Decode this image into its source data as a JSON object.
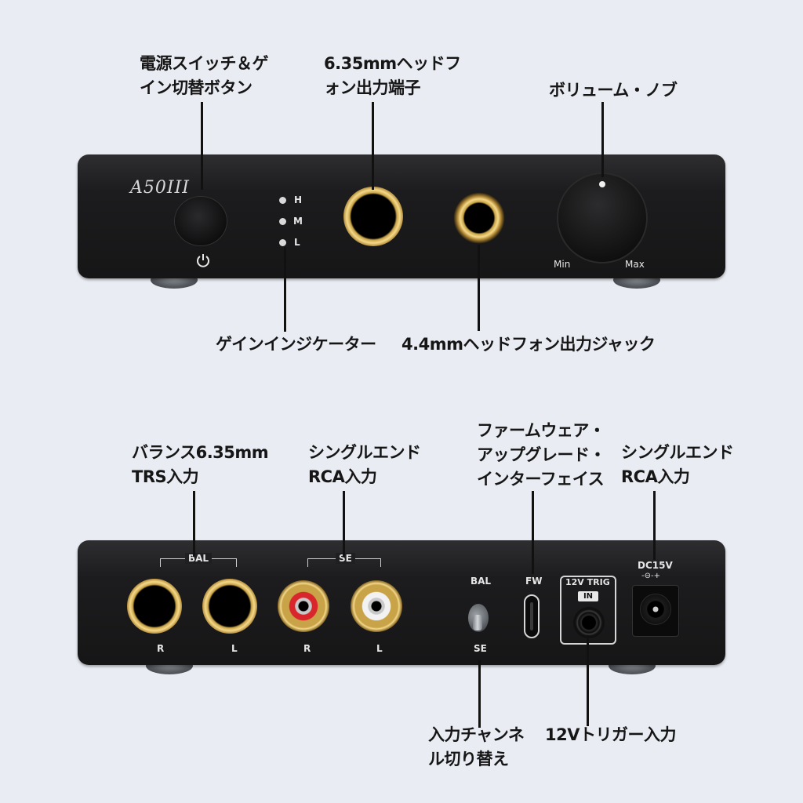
{
  "callouts": {
    "power_gain_button": [
      "電源スイッチ＆ゲ",
      "イン切替ボタン"
    ],
    "jack_635_output": [
      "6.35mmヘッドフ",
      "ォン出力端子"
    ],
    "volume_knob": [
      "ボリューム・ノブ"
    ],
    "gain_indicator": [
      "ゲインインジケーター"
    ],
    "jack_44_output": [
      "4.4mmヘッドフォン出力ジャック"
    ],
    "balanced_input": [
      "バランス6.35mm",
      "TRS入力"
    ],
    "se_rca_input": [
      "シングルエンド",
      "RCA入力"
    ],
    "firmware_interface": [
      "ファームウェア・",
      "アップグレード・",
      "インターフェイス"
    ],
    "dc_input": [
      "シングルエンド",
      "RCA入力"
    ],
    "input_switch": [
      "入力チャンネ",
      "ル切り替え"
    ],
    "trigger_input": [
      "12Vトリガー入力"
    ]
  },
  "front_panel": {
    "model": "A50III",
    "gain_levels": [
      "H",
      "M",
      "L"
    ],
    "power_icon": "power-icon",
    "volume_min": "Min",
    "volume_max": "Max"
  },
  "rear_panel": {
    "bal_group": "BAL",
    "se_group": "SE",
    "bal_jacks": [
      "R",
      "L"
    ],
    "se_jacks": [
      "R",
      "L"
    ],
    "switch_top": "BAL",
    "switch_bottom": "SE",
    "fw_label": "FW",
    "trigger_label": "12V TRIG",
    "trigger_in": "IN",
    "dc_label": "DC15V",
    "dc_polarity": "-⊖-+"
  },
  "colors": {
    "background": "#e9edf3",
    "panel": "#1c1c1e",
    "gold": "#e8c86a",
    "rca_red": "#d8262c"
  }
}
